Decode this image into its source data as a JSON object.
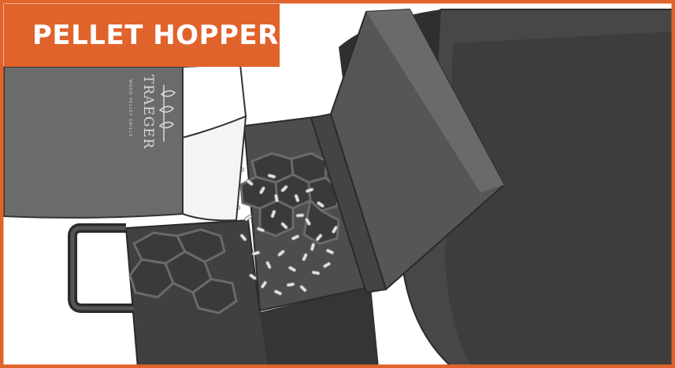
{
  "title": {
    "text": "PELLET HOPPER"
  },
  "bag": {
    "brand": "TRAEGER",
    "tagline": "WOOD PELLET GRILLS"
  },
  "colors": {
    "frame": "#e0632b",
    "title_bg": "#e0632b",
    "title_text": "#ffffff",
    "body_dark": "#3a3a3a",
    "body_mid": "#4a4a4a",
    "body_light": "#5a5a5a",
    "bag": "#6b6b6b",
    "pellets": "#e6e6e6"
  },
  "icons": [
    "traeger-logo-icon"
  ]
}
